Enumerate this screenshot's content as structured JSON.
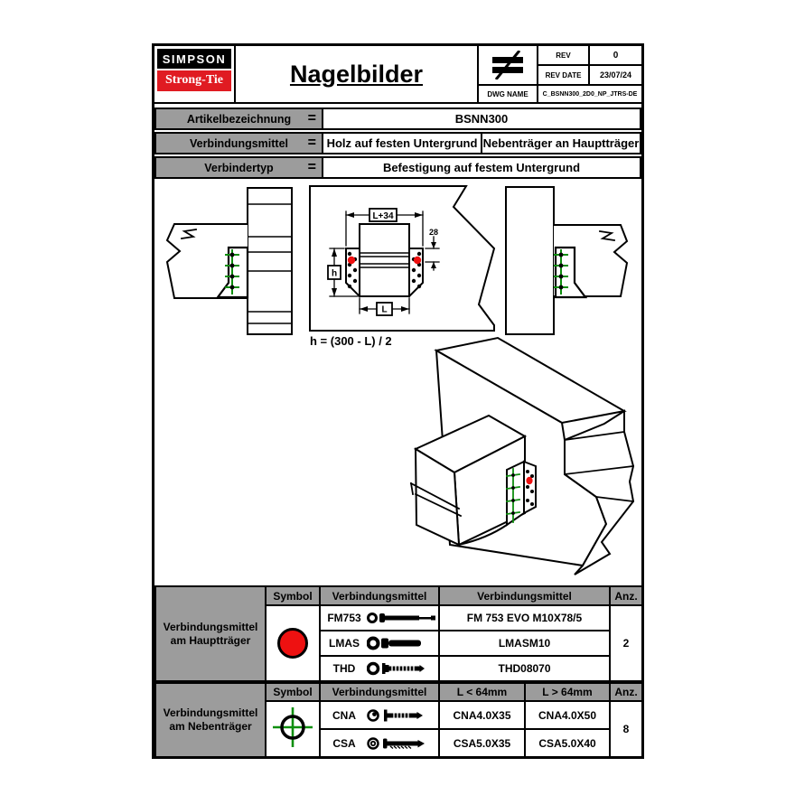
{
  "header": {
    "logo_line1": "SIMPSON",
    "logo_line2": "Strong-Tie",
    "title": "Nagelbilder",
    "rev_label": "REV",
    "rev_value": "0",
    "rev_date_label": "REV DATE",
    "rev_date_value": "23/07/24",
    "dwg_name_label": "DWG NAME",
    "dwg_name_value": "C_BSNN300_2D0_NP_JTRS-DE"
  },
  "info_rows": [
    {
      "label": "Artikelbezeichnung",
      "equals": "=",
      "values": [
        "BSNN300"
      ]
    },
    {
      "label": "Verbindungsmittel",
      "equals": "=",
      "values": [
        "Holz auf festen Untergrund",
        "Nebenträger an Hauptträger"
      ]
    },
    {
      "label": "Verbindertyp",
      "equals": "=",
      "values": [
        "Befestigung auf festem Untergrund"
      ]
    }
  ],
  "drawing": {
    "dim_top": "L+34",
    "dim_right": "28",
    "dim_left": "h",
    "dim_bottom": "L",
    "formula": "h = (300 - L) / 2",
    "colors": {
      "nail_green": "#0f8f0f",
      "bolt_red": "#ee1111",
      "line": "#000000"
    },
    "icons": {
      "haupt_symbol": "red-circle-bolt-marker",
      "neben_symbol": "green-crosshair-nail-marker",
      "projection": "not-equal-projection-symbol"
    }
  },
  "table_haupt": {
    "row_label_line1": "Verbindungsmittel",
    "row_label_line2": "am Hauptträger",
    "col_symbol": "Symbol",
    "col_vm1": "Verbindungsmittel",
    "col_vm2": "Verbindungsmittel",
    "col_anz": "Anz.",
    "rows": [
      {
        "code": "FM753",
        "value": "FM 753 EVO M10X78/5"
      },
      {
        "code": "LMAS",
        "value": "LMASM10"
      },
      {
        "code": "THD",
        "value": "THD08070"
      }
    ],
    "anz": "2"
  },
  "table_neben": {
    "row_label_line1": "Verbindungsmittel",
    "row_label_line2": "am Nebenträger",
    "col_symbol": "Symbol",
    "col_vm": "Verbindungsmittel",
    "col_l_lt": "L < 64mm",
    "col_l_gt": "L > 64mm",
    "col_anz": "Anz.",
    "rows": [
      {
        "code": "CNA",
        "value_lt": "CNA4.0X35",
        "value_gt": "CNA4.0X50"
      },
      {
        "code": "CSA",
        "value_lt": "CSA5.0X35",
        "value_gt": "CSA5.0X40"
      }
    ],
    "anz": "8"
  }
}
